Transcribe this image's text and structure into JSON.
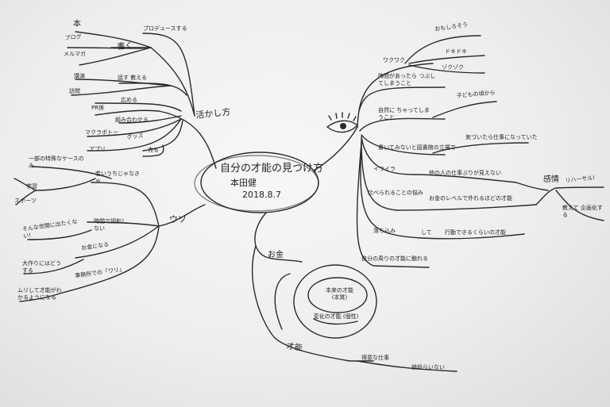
{
  "center": {
    "title": "自分の才能の見つけ方",
    "author": "本田健",
    "date": "2018.8.7"
  },
  "branches": {
    "katsuyou": {
      "label": "活かし方",
      "items": [
        "本",
        "ブログ",
        "メルマガ",
        "書く",
        "プロデュースする",
        "講演",
        "訪問",
        "話す 教える",
        "PR係",
        "広める",
        "組み合わせる",
        "マクラポトー",
        "グッズ",
        "アプリ",
        "売る"
      ]
    },
    "uso": {
      "label": "ウソ",
      "items": [
        "一部の特殊なケースのみ",
        "若いうちじゃなきゃ",
        "学習",
        "スポーツ",
        "そんな世間に出たくない!",
        "時間で調和しない",
        "お金になる",
        "大作りにはどうする",
        "事務所での「ワリ」",
        "ムリして才能がわかるようになる"
      ]
    },
    "okane": {
      "label": "お金"
    },
    "saino": {
      "label": "才能",
      "inner": "本来の才能 (本質)",
      "outer": "変化の才能 (個性)",
      "items": [
        "得意な仕事",
        "値段らいない"
      ]
    },
    "me": {
      "items": [
        "ワクワク",
        "おもしろそう",
        "ドキドキ",
        "ゾクゾク",
        "時間があったら つぶしてしまうこと",
        "自然に ちゃってしまうこと",
        "子どもの頃から",
        "書いてみないと図書館の立場で",
        "気づいたら仕事になっていた",
        "イライラ",
        "他の人の仕事ぶりが見えない",
        "比べられることの悩み",
        "お金のレベルで外れるほどの才能",
        "落ち込み",
        "して",
        "行動できるくらいの才能",
        "自分の周りの才能に触れる"
      ]
    },
    "kankaku": {
      "label": "感情",
      "items": [
        "リハーサル!",
        "教えて 企画化する"
      ]
    }
  }
}
